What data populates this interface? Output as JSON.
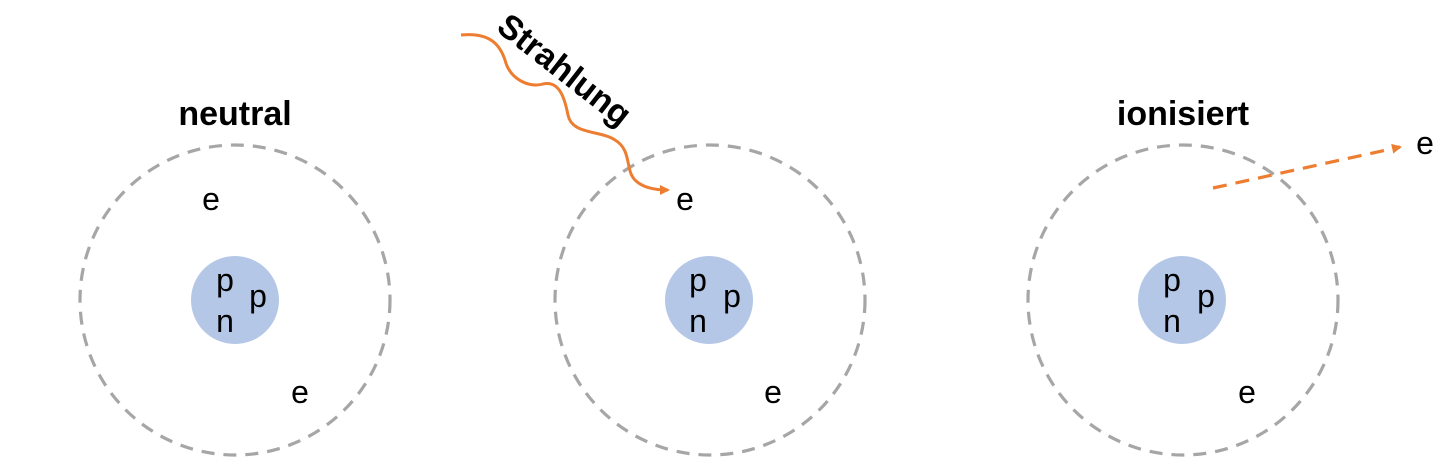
{
  "colors": {
    "orbit": "#a6a6a6",
    "nucleus": "#b4c7e7",
    "radiation": "#ed7d31",
    "text": "#000000"
  },
  "atoms": [
    {
      "title": "neutral",
      "nucleus": {
        "proton_top": "p",
        "proton_right": "p",
        "neutron": "n"
      },
      "electron_top": "e",
      "electron_bottom": "e"
    },
    {
      "title": "",
      "nucleus": {
        "proton_top": "p",
        "proton_right": "p",
        "neutron": "n"
      },
      "electron_top": "e",
      "electron_bottom": "e"
    },
    {
      "title": "ionisiert",
      "nucleus": {
        "proton_top": "p",
        "proton_right": "p",
        "neutron": "n"
      },
      "electron_ejected": "e",
      "electron_bottom": "e"
    }
  ],
  "radiation": {
    "label": "Strahlung"
  }
}
